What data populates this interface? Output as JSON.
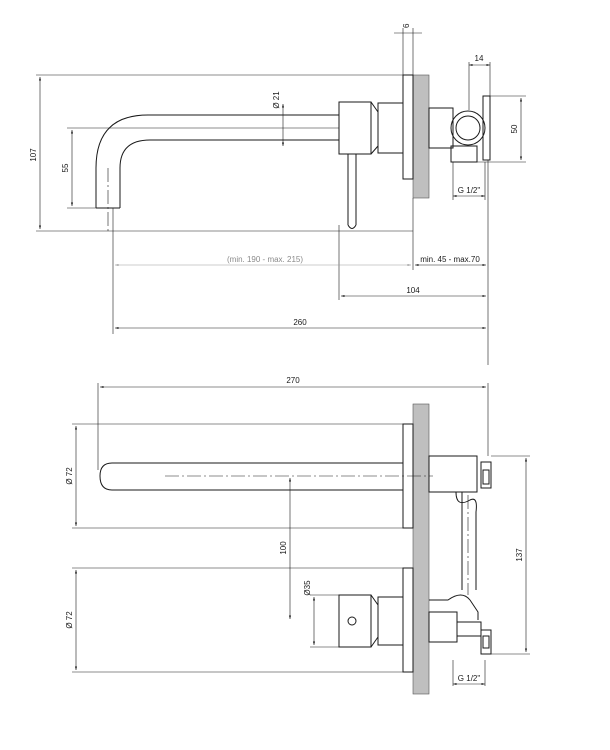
{
  "side_view": {
    "dim_wall_plate": "6",
    "dim_body_depth": "14",
    "dim_diameter": "Ø 21",
    "dim_height_total": "107",
    "dim_height_outlet": "55",
    "dim_body_height": "50",
    "dim_thread": "G 1/2\"",
    "dim_spout_range": "(min. 190 - max. 215)",
    "dim_depth_range": "min. 45 - max.70",
    "dim_handle": "104",
    "dim_total": "260"
  },
  "top_view": {
    "dim_total": "270",
    "dim_spout_diameter": "Ø 72",
    "dim_spacing": "100",
    "dim_handle_diameter": "Ø35",
    "dim_body_height": "137",
    "dim_plate_diameter": "Ø 72",
    "dim_thread": "G 1/2\""
  }
}
